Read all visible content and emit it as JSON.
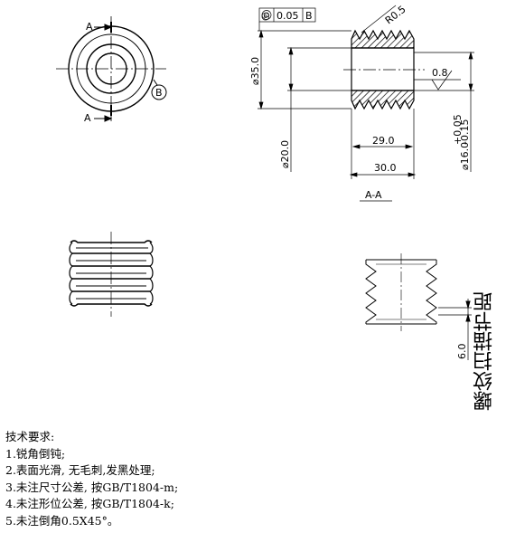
{
  "front_view": {
    "section_letter_top": "A",
    "section_letter_bottom": "A",
    "datum": "B"
  },
  "section_view": {
    "title": "A-A",
    "tolerance_symbol": "◎",
    "tolerance_value": "0.05",
    "tolerance_datum": "B",
    "radius": "R0.5",
    "outer_diameter": "⌀35.0",
    "inner_diameter": "⌀20.0",
    "bore_diameter": "⌀16.0",
    "bore_tol_upper": "+0.05",
    "bore_tol_lower": "-0.15",
    "inner_length": "29.0",
    "overall_length": "30.0",
    "roughness": "0.8"
  },
  "thread_detail": {
    "pitch": "6.0",
    "label": "螺纹扫描节距"
  },
  "notes": {
    "title": "技术要求:",
    "items": [
      "1.锐角倒钝;",
      "2.表面光滑, 无毛刺,发黑处理;",
      "3.未注尺寸公差, 按GB/T1804-m;",
      "4.未注形位公差, 按GB/T1804-k;",
      "5.未注倒角0.5X45°。"
    ]
  }
}
